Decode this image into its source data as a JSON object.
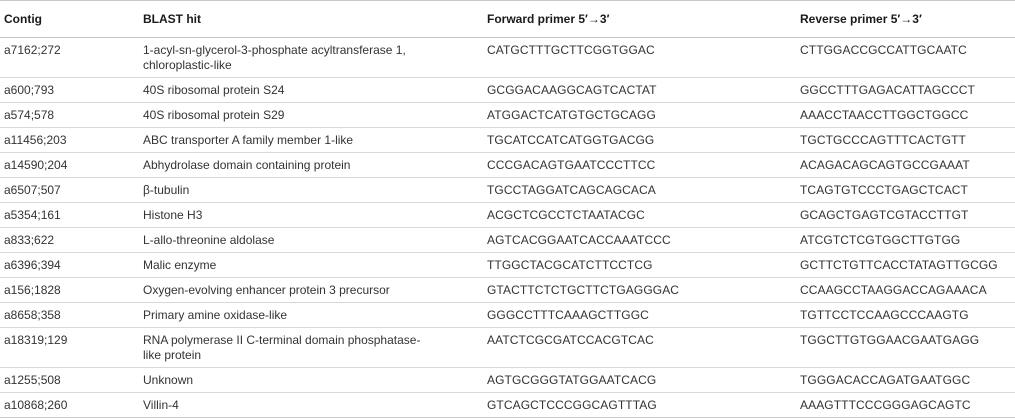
{
  "table": {
    "headers": {
      "contig": "Contig",
      "blast_hit": "BLAST hit",
      "forward": "Forward primer 5′→3′",
      "reverse": "Reverse primer 5′→3′"
    },
    "rows": [
      {
        "contig": "a7162;272",
        "hit": "1-acyl-sn-glycerol-3-phosphate acyltransferase 1, chloroplastic-like",
        "forward": "CATGCTTTGCTTCGGTGGAC",
        "reverse": "CTTGGACCGCCATTGCAATC"
      },
      {
        "contig": "a600;793",
        "hit": "40S ribosomal protein S24",
        "forward": "GCGGACAAGGCAGTCACTAT",
        "reverse": "GGCCTTTGAGACATTAGCCCT"
      },
      {
        "contig": "a574;578",
        "hit": "40S ribosomal protein S29",
        "forward": "ATGGACTCATGTGCTGCAGG",
        "reverse": "AAACCTAACCTTGGCTGGCC"
      },
      {
        "contig": "a11456;203",
        "hit": "ABC transporter A family member 1-like",
        "forward": "TGCATCCATCATGGTGACGG",
        "reverse": "TGCTGCCCAGTTTCACTGTT"
      },
      {
        "contig": "a14590;204",
        "hit": "Abhydrolase domain containing protein",
        "forward": "CCCGACAGTGAATCCCTTCC",
        "reverse": "ACAGACAGCAGTGCCGAAAT"
      },
      {
        "contig": "a6507;507",
        "hit": "β-tubulin",
        "forward": "TGCCTAGGATCAGCAGCACA",
        "reverse": "TCAGTGTCCCTGAGCTCACT"
      },
      {
        "contig": "a5354;161",
        "hit": "Histone H3",
        "forward": "ACGCTCGCCTCTAATACGC",
        "reverse": "GCAGCTGAGTCGTACCTTGT"
      },
      {
        "contig": "a833;622",
        "hit": "L-allo-threonine aldolase",
        "forward": "AGTCACGGAATCACCAAATCCC",
        "reverse": "ATCGTCTCGTGGCTTGTGG"
      },
      {
        "contig": "a6396;394",
        "hit": "Malic enzyme",
        "forward": "TTGGCTACGCATCTTCCTCG",
        "reverse": "GCTTCTGTTCACCTATAGTTGCGG"
      },
      {
        "contig": "a156;1828",
        "hit": "Oxygen-evolving enhancer protein 3 precursor",
        "forward": "GTACTTCTCTGCTTCTGAGGGAC",
        "reverse": "CCAAGCCTAAGGACCAGAAACA"
      },
      {
        "contig": "a8658;358",
        "hit": "Primary amine oxidase-like",
        "forward": "GGGCCTTTCAAAGCTTGGC",
        "reverse": "TGTTCCTCCAAGCCCAAGTG"
      },
      {
        "contig": "a18319;129",
        "hit": "RNA polymerase II C-terminal domain phosphatase-like protein",
        "forward": "AATCTCGCGATCCACGTCAC",
        "reverse": "TGGCTTGTGGAACGAATGAGG"
      },
      {
        "contig": "a1255;508",
        "hit": "Unknown",
        "forward": "AGTGCGGGTATGGAATCACG",
        "reverse": "TGGGACACCAGATGAATGGC"
      },
      {
        "contig": "a10868;260",
        "hit": "Villin-4",
        "forward": "GTCAGCTCCCGGCAGTTTAG",
        "reverse": "AAAGTTTCCCGGGAGCAGTC"
      }
    ]
  }
}
